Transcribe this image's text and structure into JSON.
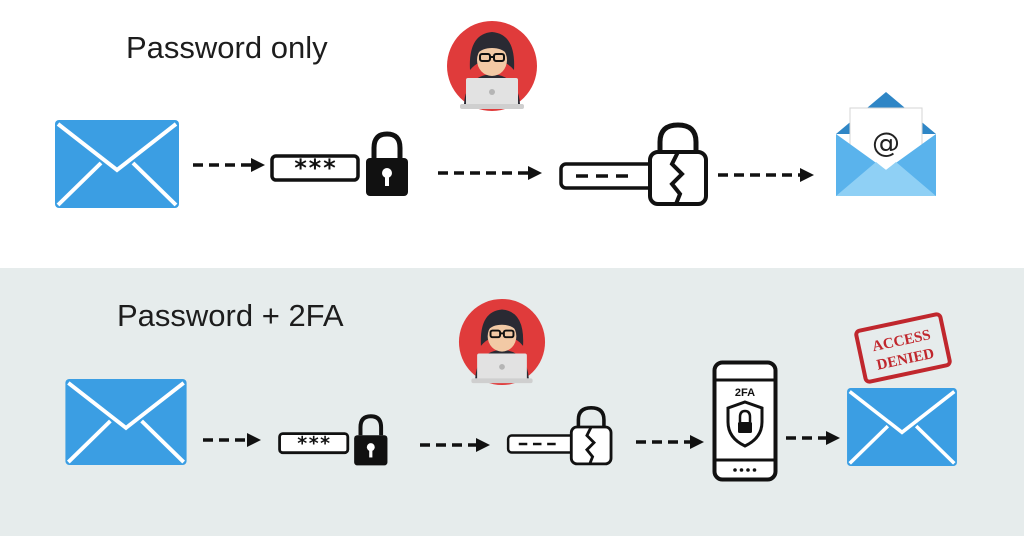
{
  "sections": [
    {
      "title": "Password only"
    },
    {
      "title": "Password + 2FA"
    }
  ],
  "labels": {
    "password_mask": "***",
    "twofa": "2FA",
    "access_denied_line1": "ACCESS",
    "access_denied_line2": "DENIED",
    "email_at": "@"
  },
  "colors": {
    "envelope_blue": "#3b9ee3",
    "hacker_red": "#e03b3b",
    "stamp_red": "#c0272d",
    "bottom_bg": "#e6ecec"
  }
}
